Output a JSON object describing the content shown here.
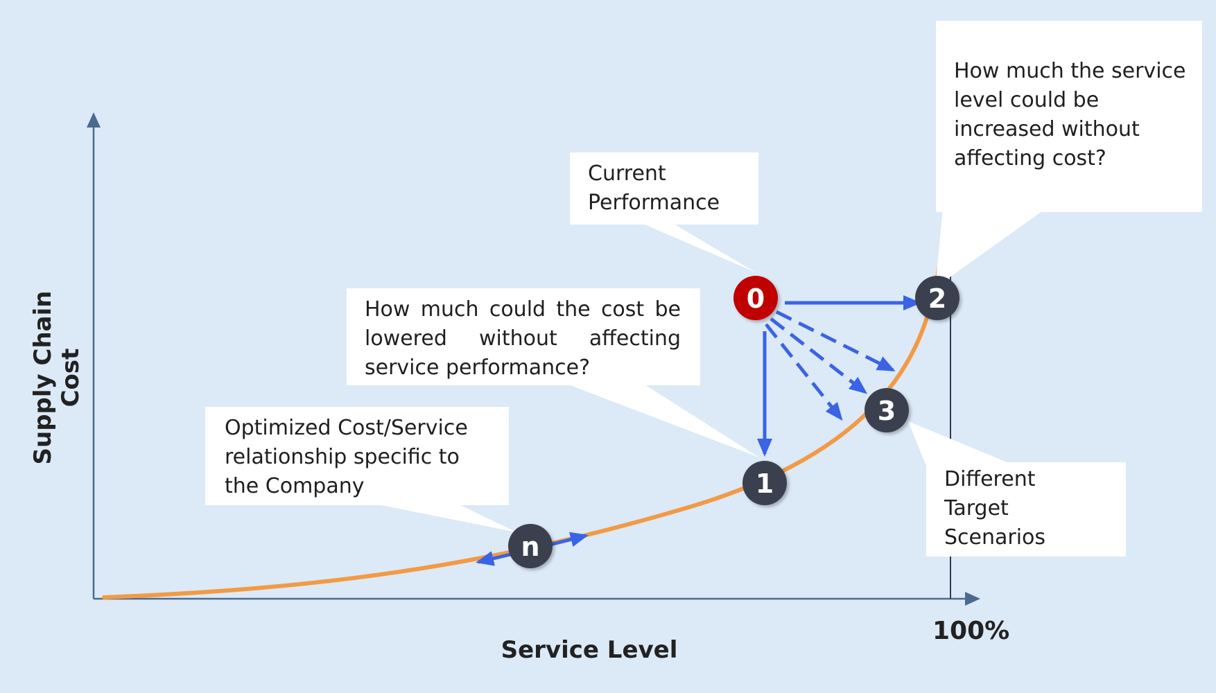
{
  "axes": {
    "y_label": "Supply Chain Cost",
    "x_label": "Service Level",
    "x_max_label": "100%"
  },
  "markers": [
    {
      "id": "0",
      "label": "0",
      "color": "#c00000"
    },
    {
      "id": "1",
      "label": "1",
      "color": "#3a4150"
    },
    {
      "id": "2",
      "label": "2",
      "color": "#3a4150"
    },
    {
      "id": "3",
      "label": "3",
      "color": "#3a4150"
    },
    {
      "id": "n",
      "label": "n",
      "color": "#3a4150"
    }
  ],
  "callouts": {
    "current": {
      "lines": [
        "Current",
        "Performance"
      ]
    },
    "increase": {
      "lines": [
        "How much the service",
        "level could be",
        "increased without",
        "affecting cost?"
      ]
    },
    "lower": {
      "lines": [
        "How much could the cost be",
        "lowered without affecting",
        "service performance?"
      ]
    },
    "optimized": {
      "lines": [
        "Optimized Cost/Service",
        "relationship specific to",
        "the Company"
      ]
    },
    "targets": {
      "lines": [
        "Different",
        "Target",
        "Scenarios"
      ]
    }
  },
  "colors": {
    "background": "#dce9f7",
    "curve": "#f29a44",
    "axis": "#4a6b8e",
    "arrow": "#3a63e6",
    "marker": "#3a4150",
    "current_marker": "#c00000"
  }
}
